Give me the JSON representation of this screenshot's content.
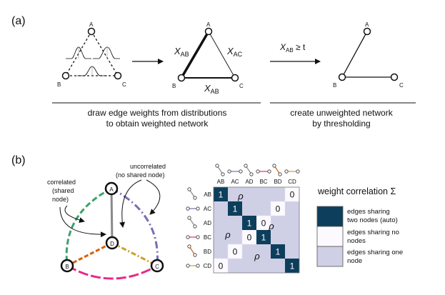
{
  "panel_a": {
    "label": "(a)",
    "nodes": {
      "a": "A",
      "b": "B",
      "c": "C"
    },
    "edge_labels": {
      "ab_top": "X",
      "ab_top_sub": "AB",
      "ac": "X",
      "ac_sub": "AC",
      "ab_bottom": "X",
      "ab_bottom_sub": "AB"
    },
    "threshold": {
      "x": "X",
      "sub": "AB",
      "rel": " ≥ t"
    },
    "caption_left": [
      "draw edge weights from distributions",
      "to obtain weighted network"
    ],
    "caption_right": [
      "create unweighted network",
      "by thresholding"
    ]
  },
  "panel_b": {
    "label": "(b)",
    "annotation_correlated": [
      "correlated",
      "(shared",
      "node)"
    ],
    "annotation_uncorrelated": [
      "uncorrelated",
      "(no shared node)"
    ],
    "nodes": {
      "a": "A",
      "b": "B",
      "c": "C",
      "d": "D"
    },
    "matrix": {
      "col_headers": [
        "AB",
        "AC",
        "AD",
        "BC",
        "BD",
        "CD"
      ],
      "row_headers": [
        "AB",
        "AC",
        "AD",
        "BC",
        "BD",
        "CD"
      ],
      "diag_value": "1",
      "zero_value": "0",
      "rho_symbol": "ρ"
    },
    "legend": {
      "title": "weight correlation Σ",
      "items": [
        {
          "label": [
            "edges sharing",
            "two nodes (auto)"
          ],
          "color": "#0d3f5c"
        },
        {
          "label": [
            "edges sharing no",
            "nodes"
          ],
          "color": "#fcfaff"
        },
        {
          "label": [
            "edges sharing one",
            "node"
          ],
          "color": "#cfcfe6"
        }
      ]
    },
    "edge_colors": {
      "AB": "#8a8a8a",
      "AC": "#7570b3",
      "AD": "#8a8a8a",
      "BC": "#e7298a",
      "BD": "#d95f02",
      "CD": "#c9a227",
      "BA_arc": "#3aa36a"
    }
  },
  "colors": {
    "diag": "#0d3f5c",
    "rho": "#cfcfe6",
    "zero": "#fcfaff"
  }
}
